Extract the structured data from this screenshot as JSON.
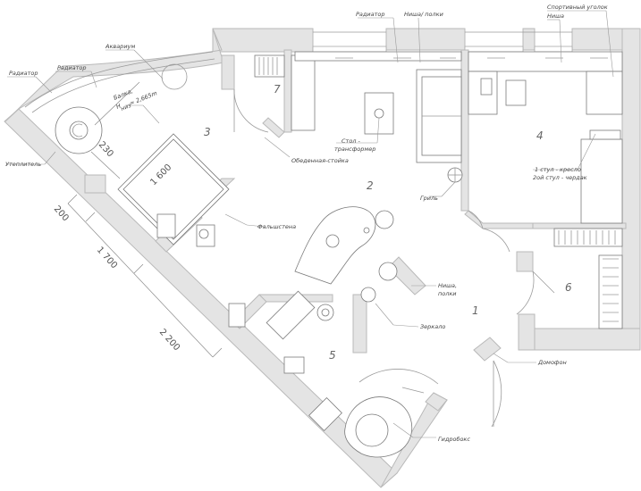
{
  "rooms": [
    "1",
    "2",
    "3",
    "4",
    "5",
    "6",
    "7"
  ],
  "labels": {
    "radiator_top": "Радиатор",
    "niche_shelf_top": "Ниша/ полки",
    "sport_corner": "Спортивный уголок",
    "niche": "Ниша",
    "aquarium": "Аквариум",
    "radiator_left_2": "Радиатор",
    "radiator_left_1": "Радиатор",
    "bed_line1": "Балка,",
    "bed_line2": "H",
    "bed_line3": "низ",
    "bed_line4": "= 2,665m",
    "table_line1": "Стол -",
    "table_line2": "трансформер",
    "bar_table": "Обеденная-стойка",
    "insulation": "Утеплитель",
    "grill": "Гриль",
    "chair_line1": "1 стул - кресло",
    "chair_line2": "2ой стул - чердак",
    "false_wall": "Фальшстена",
    "niche_shelves_line1": "Ниша,",
    "niche_shelves_line2": "полки",
    "mirror": "Зеркало",
    "intercom": "Домофон",
    "hydrobox": "Гидробокс"
  },
  "dimensions": {
    "d_2200": "2 200",
    "d_1700": "1 700",
    "d_200": "200",
    "d_230": "230",
    "d_1600": "1 600"
  }
}
